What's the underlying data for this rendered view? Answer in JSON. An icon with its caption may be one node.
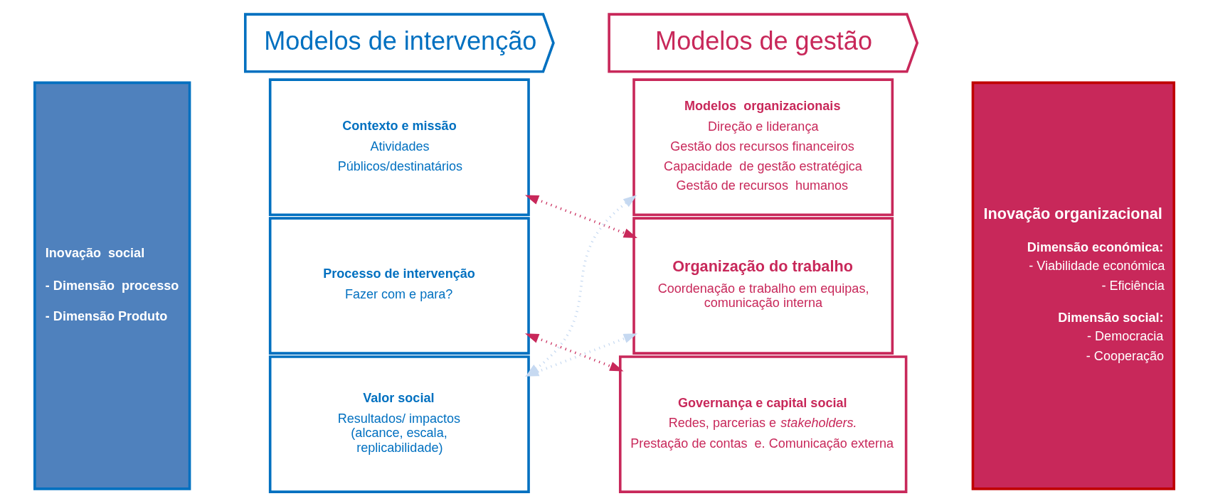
{
  "diagram": {
    "nodes": [
      {
        "text": [
          "Modelos de intervenção"
        ]
      },
      {
        "text": [
          "Modelos de gestão"
        ]
      },
      {
        "text": [
          "Inovação  social",
          "- Dimensão  processo",
          "- Dimensão Produto"
        ]
      },
      {
        "text": [
          "Contexto e missão",
          "Atividades",
          "Públicos/destinatários"
        ]
      },
      {
        "text": [
          "Processo de intervenção",
          "Fazer com e para?"
        ]
      },
      {
        "text": [
          "Valor social",
          "Resultados/ impactos (alcance, escala, replicabilidade)"
        ]
      },
      {
        "text": [
          "Modelos  organizacionais",
          "Direção e liderança",
          "Gestão dos recursos financeiros",
          "Capacidade  de gestão estratégica",
          "Gestão de recursos  humanos"
        ]
      },
      {
        "text": [
          "Organização do trabalho",
          "Coordenação e trabalho em equipas, comunicação interna"
        ]
      },
      {
        "text": [
          "Governança e capital social",
          "Redes, parcerias e *stakeholders.*",
          "Prestação de contas  e. Comunicação externa"
        ]
      },
      {
        "text": [
          "Inovação organizacional",
          "Dimensão económica:",
          "- Viabilidade económica",
          "- Eficiência",
          "Dimensão social:",
          "- Democracia",
          "- Cooperação"
        ]
      }
    ],
    "edges": [
      {
        "from": 3,
        "to": 7,
        "arrow": "both",
        "style": "dashed"
      },
      {
        "from": 4,
        "to": 8,
        "arrow": "both",
        "style": "dashed"
      },
      {
        "from": 5,
        "to": 6,
        "arrow": "both",
        "style": "dashed",
        "color": "#c6d9f1"
      },
      {
        "from": 5,
        "to": 7,
        "arrow": "both",
        "style": "dashed",
        "color": "#c6d9f1"
      }
    ]
  }
}
